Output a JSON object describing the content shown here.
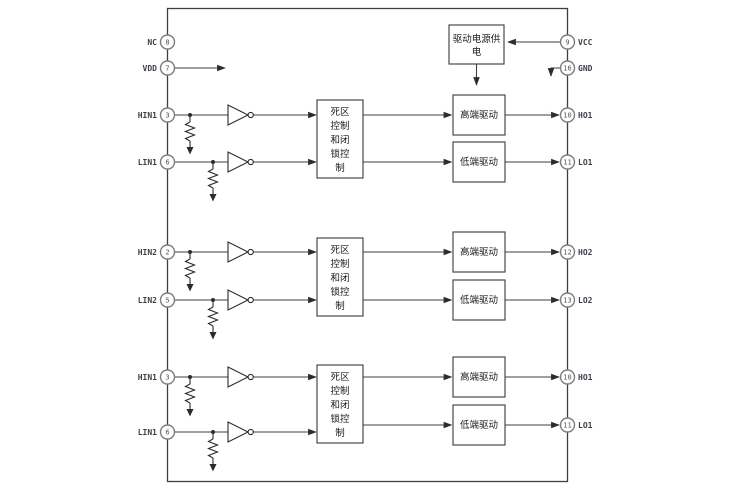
{
  "diagram": {
    "title": "gate-driver-ic-functional-block-diagram",
    "colors": {
      "background": "#ffffff",
      "line": "#3f3f3f",
      "box_stroke": "#4a4a4a",
      "pin_circle_stroke": "#7d7d7d",
      "text": "#1b1b1b"
    },
    "power_label_lines": [
      "驱动电源供",
      "电"
    ],
    "deadtime_label_lines": [
      "死区",
      "控制",
      "和闭",
      "锁控",
      "制"
    ],
    "high_side_label": "高端驱动",
    "low_side_label": "低端驱动",
    "pins_left": [
      {
        "name": "NC",
        "number": "8"
      },
      {
        "name": "VDD",
        "number": "7"
      },
      {
        "name": "HIN1",
        "number": "3"
      },
      {
        "name": "LIN1",
        "number": "6"
      },
      {
        "name": "HIN2",
        "number": "2"
      },
      {
        "name": "LIN2",
        "number": "5"
      },
      {
        "name": "HIN1",
        "number": "3"
      },
      {
        "name": "LIN1",
        "number": "6"
      }
    ],
    "pins_right": [
      {
        "name": "VCC",
        "number": "9"
      },
      {
        "name": "GND",
        "number": "16"
      },
      {
        "name": "HO1",
        "number": "10"
      },
      {
        "name": "LO1",
        "number": "11"
      },
      {
        "name": "HO2",
        "number": "12"
      },
      {
        "name": "LO2",
        "number": "13"
      },
      {
        "name": "HO1",
        "number": "10"
      },
      {
        "name": "LO1",
        "number": "11"
      }
    ]
  }
}
